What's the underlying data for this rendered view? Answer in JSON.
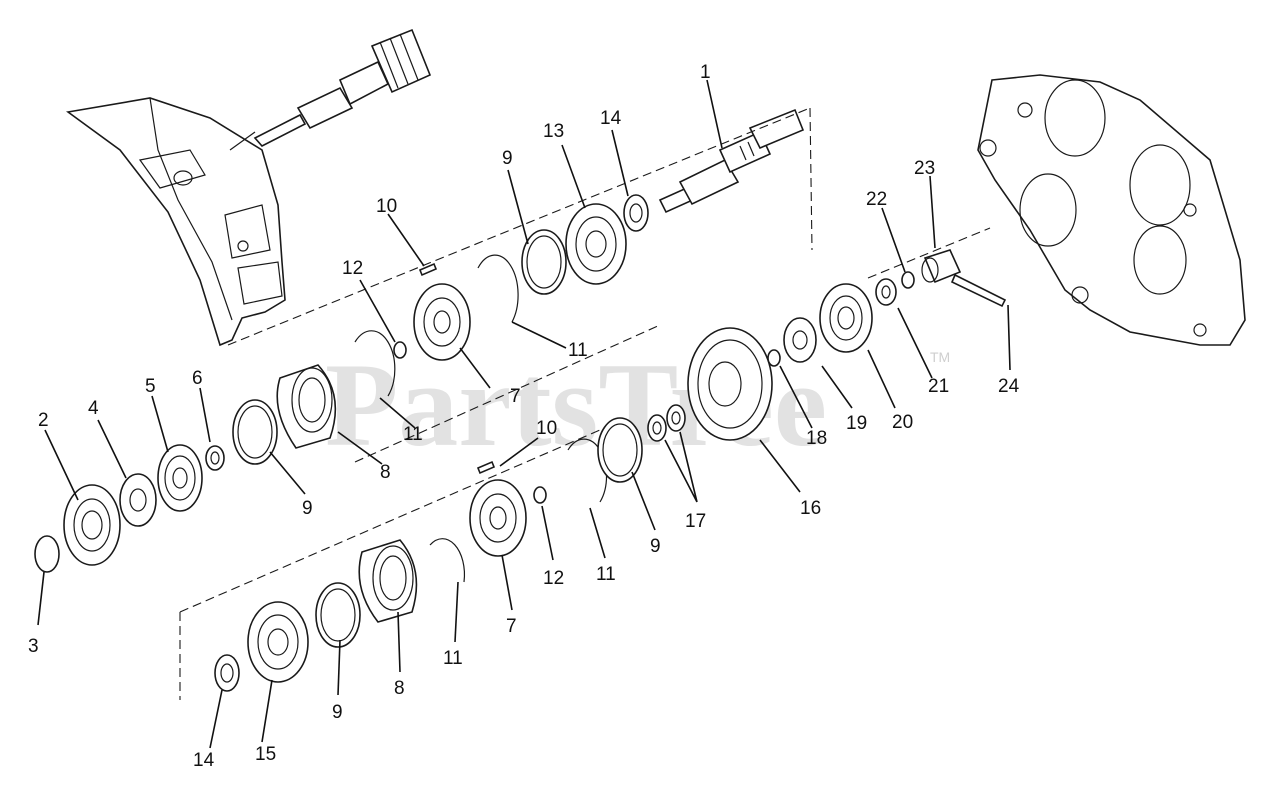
{
  "watermark": {
    "text": "PartsTree",
    "tm": "TM"
  },
  "labels": [
    {
      "id": "1",
      "text": "1"
    },
    {
      "id": "2",
      "text": "2"
    },
    {
      "id": "3",
      "text": "3"
    },
    {
      "id": "4",
      "text": "4"
    },
    {
      "id": "5",
      "text": "5"
    },
    {
      "id": "6",
      "text": "6"
    },
    {
      "id": "7a",
      "text": "7"
    },
    {
      "id": "7b",
      "text": "7"
    },
    {
      "id": "8a",
      "text": "8"
    },
    {
      "id": "8b",
      "text": "8"
    },
    {
      "id": "9a",
      "text": "9"
    },
    {
      "id": "9b",
      "text": "9"
    },
    {
      "id": "9c",
      "text": "9"
    },
    {
      "id": "9d",
      "text": "9"
    },
    {
      "id": "10a",
      "text": "10"
    },
    {
      "id": "10b",
      "text": "10"
    },
    {
      "id": "11a",
      "text": "11"
    },
    {
      "id": "11b",
      "text": "11"
    },
    {
      "id": "11c",
      "text": "11"
    },
    {
      "id": "11d",
      "text": "11"
    },
    {
      "id": "12a",
      "text": "12"
    },
    {
      "id": "12b",
      "text": "12"
    },
    {
      "id": "13",
      "text": "13"
    },
    {
      "id": "14a",
      "text": "14"
    },
    {
      "id": "14b",
      "text": "14"
    },
    {
      "id": "15",
      "text": "15"
    },
    {
      "id": "16",
      "text": "16"
    },
    {
      "id": "17",
      "text": "17"
    },
    {
      "id": "18",
      "text": "18"
    },
    {
      "id": "19",
      "text": "19"
    },
    {
      "id": "20",
      "text": "20"
    },
    {
      "id": "21",
      "text": "21"
    },
    {
      "id": "22",
      "text": "22"
    },
    {
      "id": "23",
      "text": "23"
    },
    {
      "id": "24",
      "text": "24"
    }
  ]
}
